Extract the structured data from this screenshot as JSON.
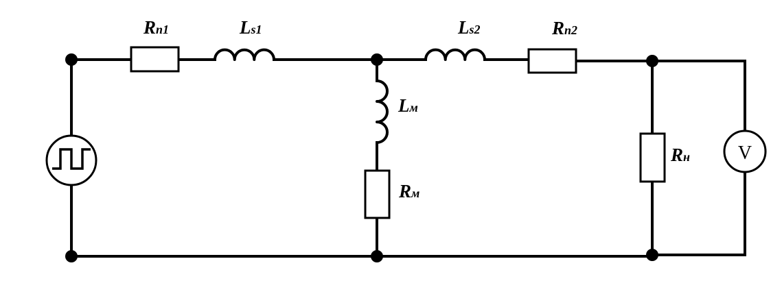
{
  "labels": {
    "rn1": {
      "base": "R",
      "sub": "n1"
    },
    "ls1": {
      "base": "L",
      "sub": "s1"
    },
    "ls2": {
      "base": "L",
      "sub": "s2"
    },
    "rn2": {
      "base": "R",
      "sub": "n2"
    },
    "lm": {
      "base": "L",
      "sub": "м"
    },
    "rm": {
      "base": "R",
      "sub": "м"
    },
    "rn": {
      "base": "R",
      "sub": "н"
    }
  },
  "voltmeter": {
    "symbol": "V"
  }
}
